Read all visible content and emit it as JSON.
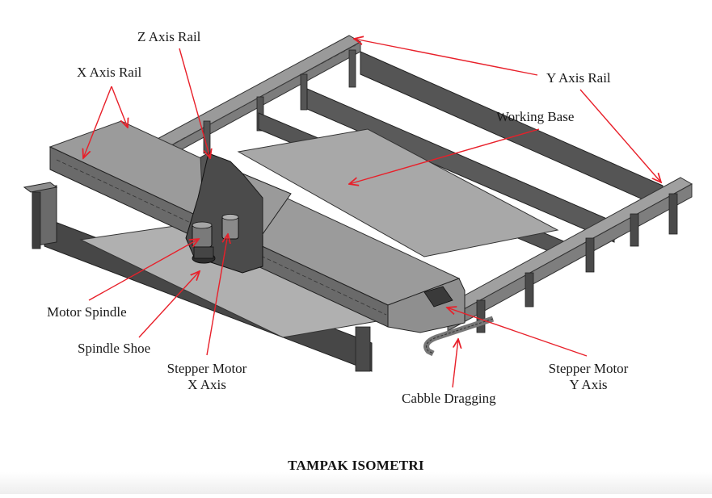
{
  "figure": {
    "title": "TAMPAK ISOMETRI",
    "subject": "CNC router machine, isometric view",
    "annotation_color": "#e8202a",
    "labels": [
      {
        "id": "z-axis-rail",
        "text": "Z Axis Rail"
      },
      {
        "id": "x-axis-rail",
        "text": "X Axis Rail"
      },
      {
        "id": "y-axis-rail",
        "text": "Y Axis Rail"
      },
      {
        "id": "working-base",
        "text": "Working Base"
      },
      {
        "id": "motor-spindle",
        "text": "Motor Spindle"
      },
      {
        "id": "spindle-shoe",
        "text": "Spindle Shoe"
      },
      {
        "id": "stepper-motor-x",
        "text": "Stepper Motor\nX Axis",
        "line1": "Stepper Motor",
        "line2": "X Axis"
      },
      {
        "id": "cable-dragging",
        "text": "Cabble Dragging"
      },
      {
        "id": "stepper-motor-y",
        "text": "Stepper Motor\nY Axis",
        "line1": "Stepper Motor",
        "line2": "Y Axis"
      }
    ]
  }
}
